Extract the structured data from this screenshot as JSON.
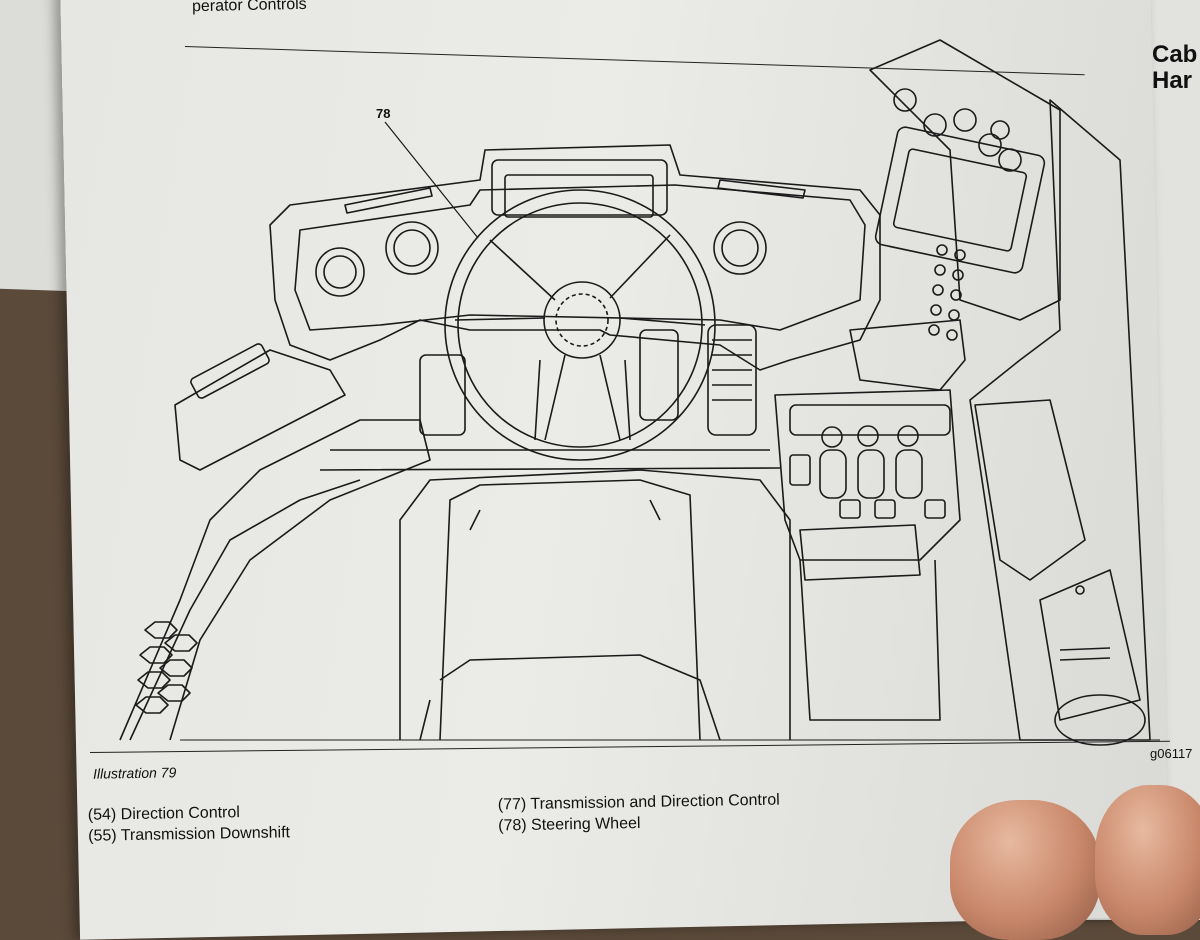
{
  "header": {
    "section_title": "perator Controls",
    "right_page_heading_lines": [
      "Cab",
      "Har"
    ]
  },
  "figure": {
    "callout": "78",
    "caption": "Illustration 79",
    "graphic_id": "g06117"
  },
  "legend": {
    "left": [
      "(54) Direction Control",
      "(55) Transmission Downshift"
    ],
    "right": [
      "(77) Transmission and Direction Control",
      "(78) Steering Wheel"
    ]
  }
}
